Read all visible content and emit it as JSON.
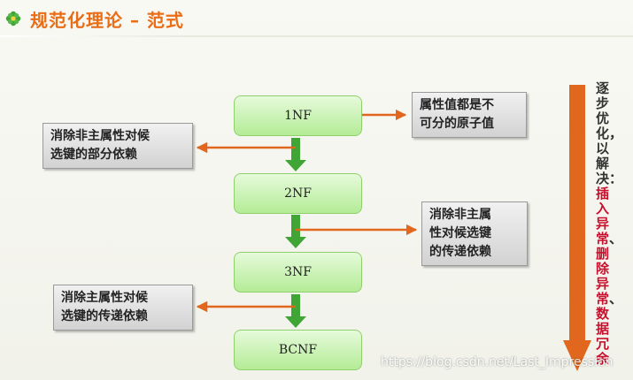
{
  "title": "规范化理论 – 范式",
  "nf_levels": [
    "1NF",
    "2NF",
    "3NF",
    "BCNF"
  ],
  "notes": {
    "atomic": "属性值都是不\n可分的原子值",
    "partial_dep": "消除非主属性对候\n选键的部分依赖",
    "transitive_dep": "消除非主属\n性对候选键\n的传递依赖",
    "main_transitive": "消除主属性对候\n选键的传递依赖"
  },
  "side_note": {
    "p1": "逐步优化，以解决：",
    "p2": "插入异常",
    "p3": "、",
    "p4": "删除异常",
    "p5": "、",
    "p6": "数据冗余"
  },
  "watermark": "https://blog.csdn.net/Last_Impression",
  "colors": {
    "title": "#ea6c14",
    "orange_arrow": "#e2671e",
    "green_arrow": "#3fa535",
    "side_red": "#c8102e"
  },
  "icon": "flower-icon"
}
